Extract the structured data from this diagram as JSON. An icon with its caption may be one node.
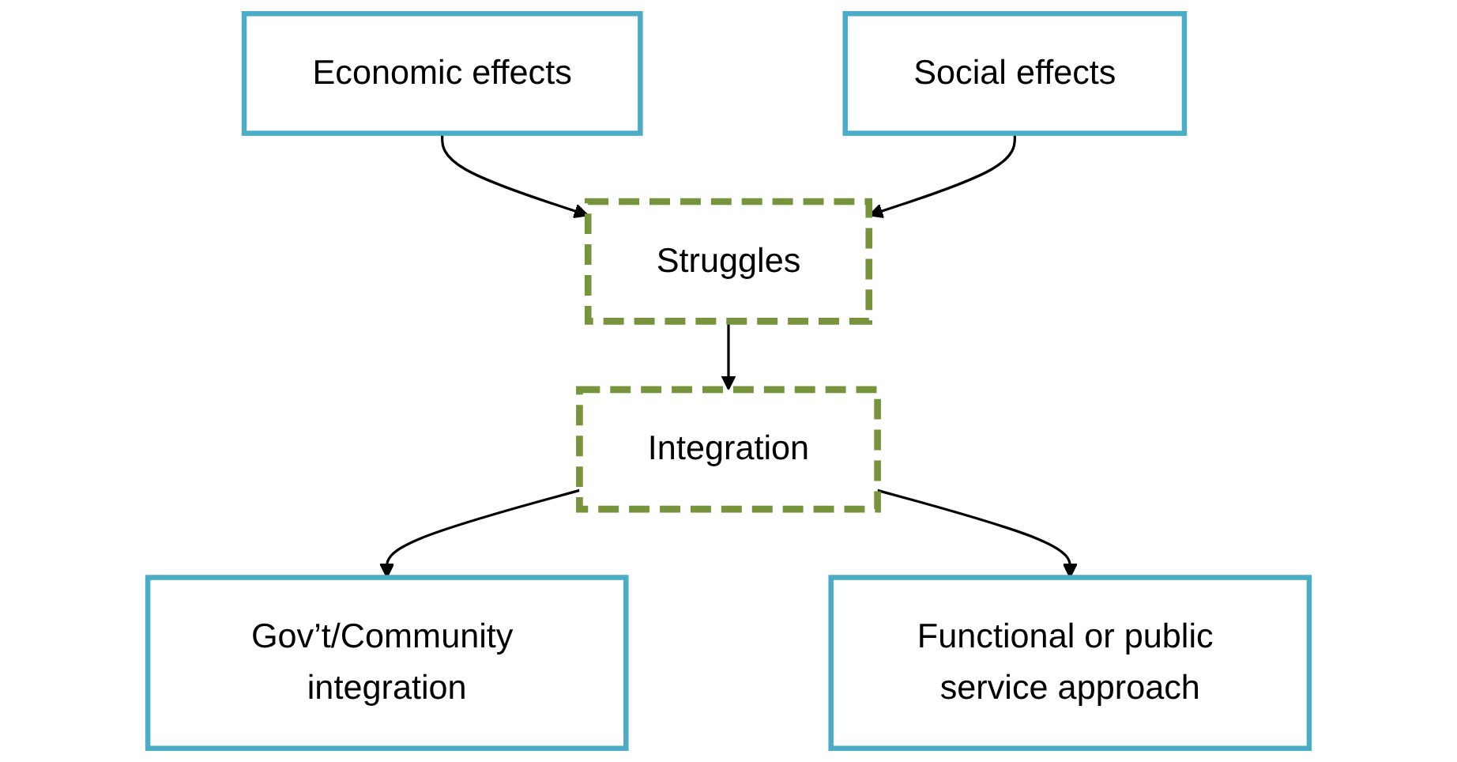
{
  "diagram": {
    "nodes": [
      {
        "text": [
          "Economic effects"
        ]
      },
      {
        "text": [
          "Social effects"
        ]
      },
      {
        "text": [
          "Struggles"
        ]
      },
      {
        "text": [
          "Integration"
        ]
      },
      {
        "text": [
          "Gov’t/Community integration"
        ]
      },
      {
        "text": [
          "Functional or public service approach"
        ]
      }
    ],
    "edges": [
      {
        "from": 0,
        "to": 2,
        "arrow": "to"
      },
      {
        "from": 1,
        "to": 2,
        "arrow": "to"
      },
      {
        "from": 2,
        "to": 3,
        "arrow": "to"
      },
      {
        "from": 3,
        "to": 4,
        "arrow": "to"
      },
      {
        "from": 3,
        "to": 5,
        "arrow": "to"
      }
    ]
  }
}
